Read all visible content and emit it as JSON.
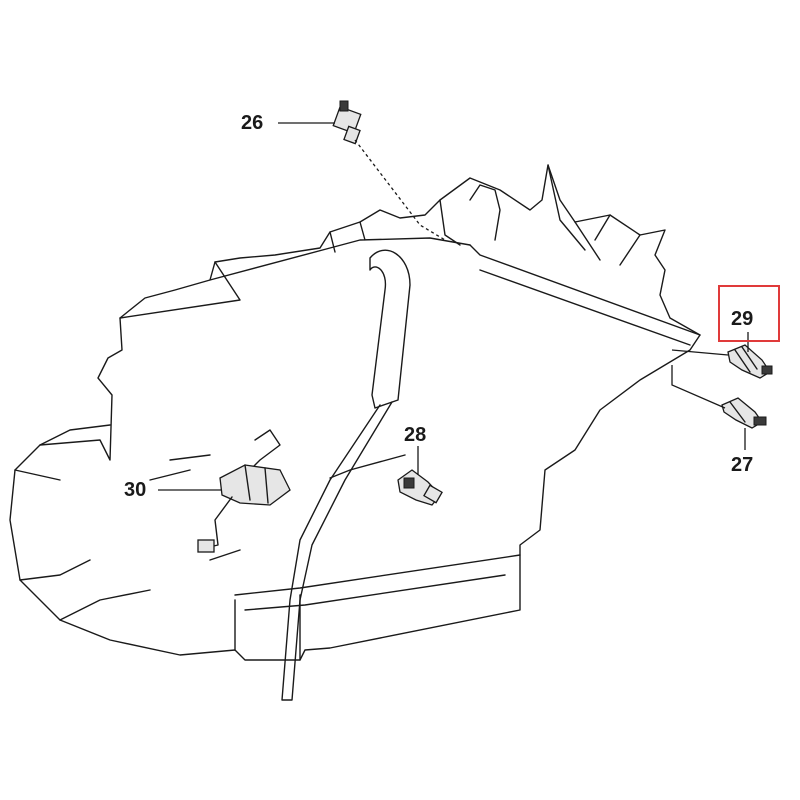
{
  "diagram": {
    "callouts": [
      {
        "id": "26",
        "label": "26"
      },
      {
        "id": "29",
        "label": "29",
        "highlighted": true
      },
      {
        "id": "27",
        "label": "27"
      },
      {
        "id": "28",
        "label": "28"
      },
      {
        "id": "30",
        "label": "30"
      }
    ],
    "highlight_color": "#e03a3a",
    "line_color": "#1a1a1a"
  }
}
